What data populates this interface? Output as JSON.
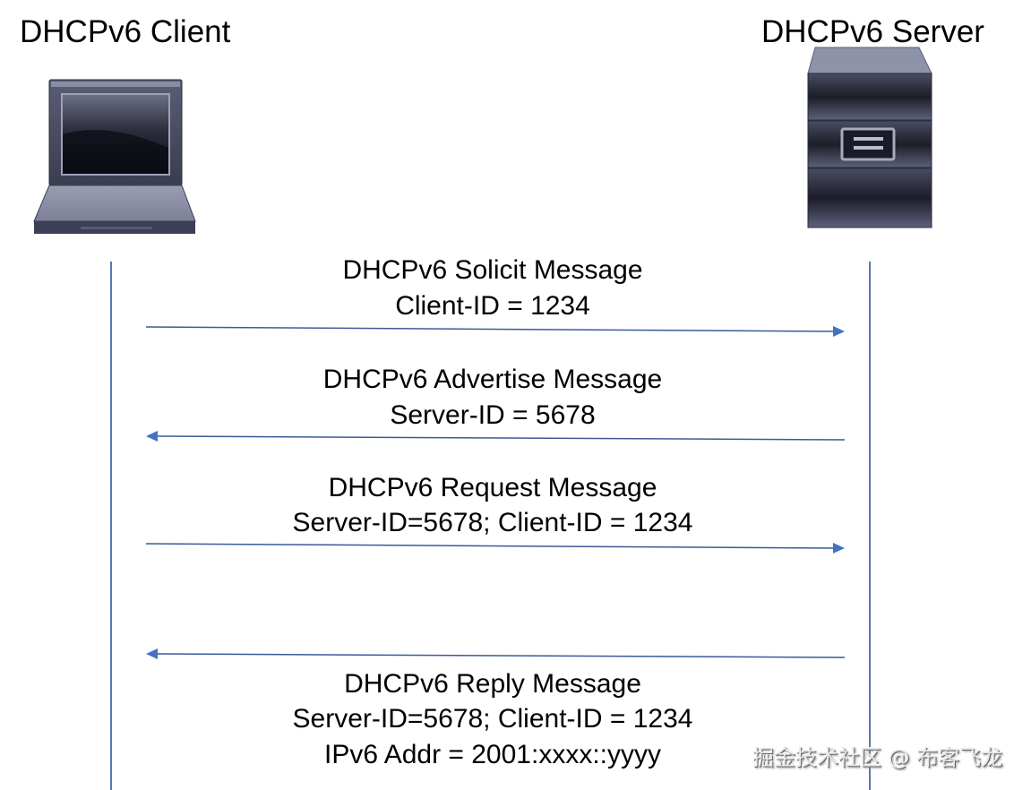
{
  "actors": {
    "client": {
      "label": "DHCPv6 Client",
      "icon": "laptop-icon"
    },
    "server": {
      "label": "DHCPv6 Server",
      "icon": "server-icon"
    }
  },
  "colors": {
    "lifeline": "#2f5597",
    "arrow": "#3a5a99",
    "arrowhead": "#4472c4",
    "text": "#000000"
  },
  "messages": [
    {
      "direction": "client-to-server",
      "lines": [
        "DHCPv6 Solicit Message",
        "Client-ID = 1234"
      ]
    },
    {
      "direction": "server-to-client",
      "lines": [
        "DHCPv6 Advertise Message",
        "Server-ID = 5678"
      ]
    },
    {
      "direction": "client-to-server",
      "lines": [
        "DHCPv6 Request Message",
        "Server-ID=5678;  Client-ID = 1234"
      ]
    },
    {
      "direction": "server-to-client",
      "lines": [
        "DHCPv6 Reply Message",
        "Server-ID=5678;  Client-ID = 1234",
        "IPv6 Addr = 2001:xxxx::yyyy"
      ]
    }
  ],
  "watermark": "掘金技术社区 @ 布客飞龙"
}
